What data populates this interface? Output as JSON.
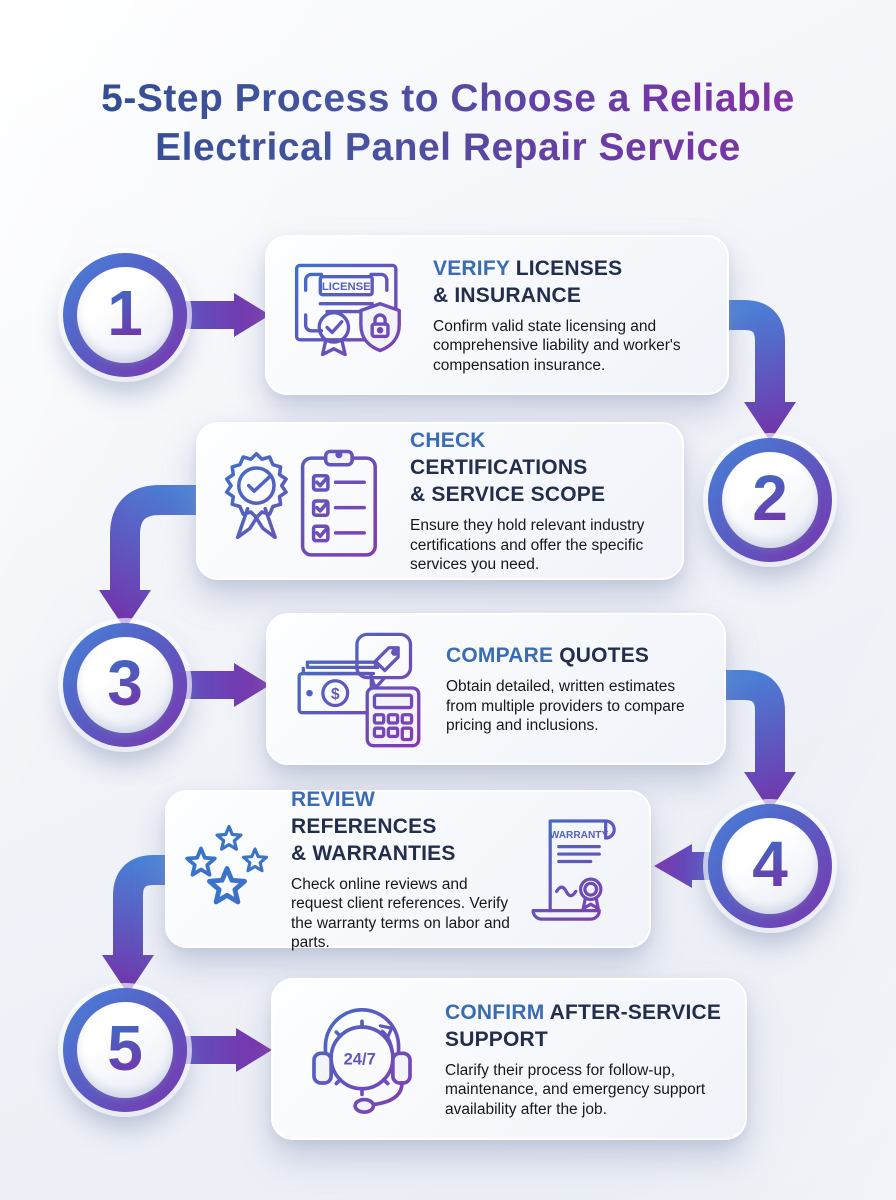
{
  "title": {
    "line1": "5-Step Process to Choose a Reliable",
    "line2": "Electrical Panel Repair Service"
  },
  "steps": [
    {
      "number": "1",
      "heading_accent": "VERIFY",
      "heading_rest": "LICENSES",
      "heading_line2": "& INSURANCE",
      "body": "Confirm valid state licensing and comprehensive liability and worker's compensation insurance.",
      "icon": "license-certificate-shield-icon"
    },
    {
      "number": "2",
      "heading_accent": "CHECK",
      "heading_rest": "CERTIFICATIONS",
      "heading_line2": "& SERVICE SCOPE",
      "body": "Ensure they hold relevant industry certifications and offer the specific services you need.",
      "icon": "award-badge-checklist-icon"
    },
    {
      "number": "3",
      "heading_accent": "COMPARE",
      "heading_rest": "QUOTES",
      "heading_line2": "",
      "body": "Obtain detailed, written estimates from multiple providers to compare pricing and inclusions.",
      "icon": "money-tag-calculator-icon"
    },
    {
      "number": "4",
      "heading_accent": "REVIEW",
      "heading_rest": "REFERENCES",
      "heading_line2": "& WARRANTIES",
      "body": "Check online reviews and request client references. Verify the warranty terms on labor and parts.",
      "icon": "stars-and-warranty-scroll-icon"
    },
    {
      "number": "5",
      "heading_accent": "CONFIRM",
      "heading_rest": "AFTER-SERVICE",
      "heading_line2": "SUPPORT",
      "body": "Clarify their process for follow-up, maintenance, and emergency support availability after the job.",
      "icon": "headset-24-7-support-icon"
    }
  ],
  "icon_labels": {
    "license": "LICENSE",
    "warranty": "WARRANTY",
    "support": "24/7"
  },
  "colors": {
    "accent_blue": "#3a6cb3",
    "heading_navy": "#232e4d",
    "arrow_blue": "#4a80d6",
    "arrow_purple": "#7233aa",
    "title_gradient_start": "#2c4b8f",
    "title_gradient_end": "#8e2ca6"
  }
}
